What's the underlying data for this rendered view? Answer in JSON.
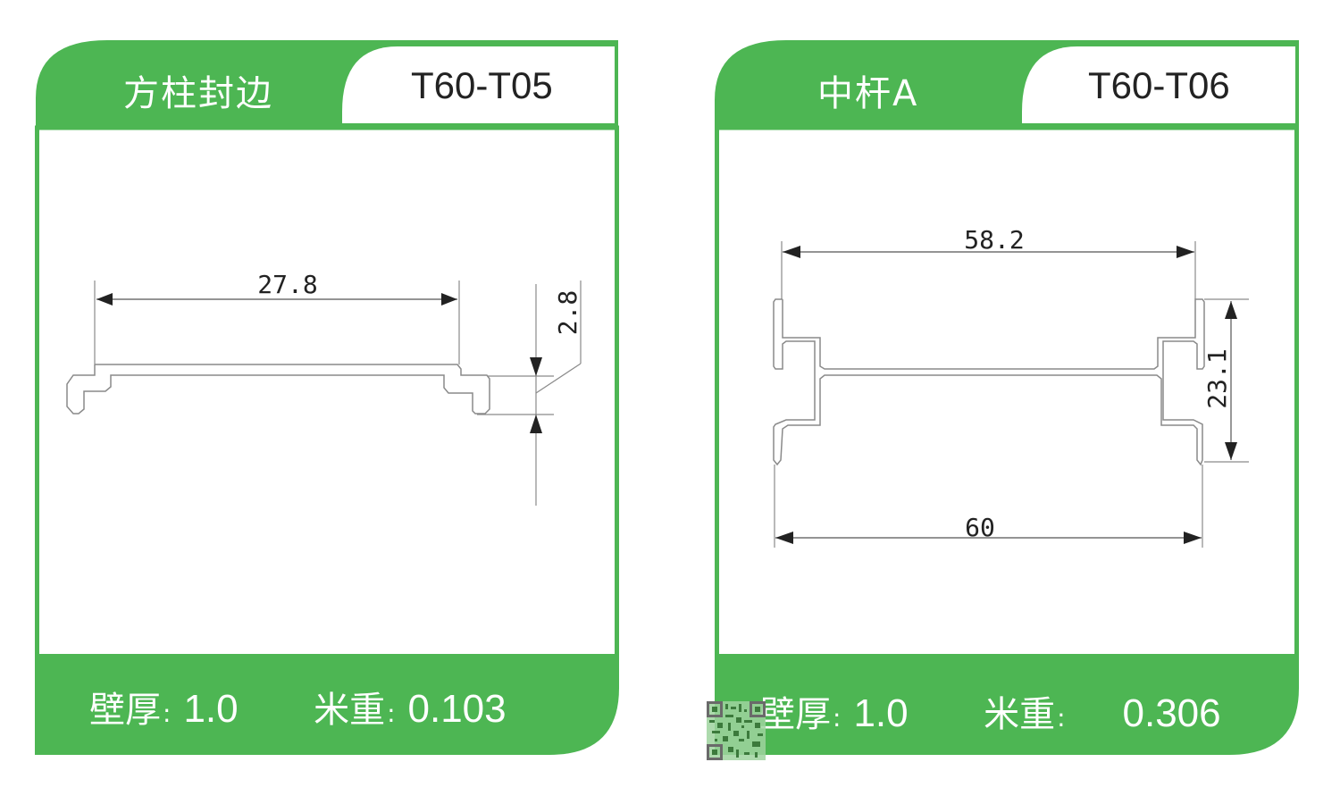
{
  "colors": {
    "brand_green": "#4db653",
    "line_gray": "#8a8a8a",
    "text_dark": "#222222"
  },
  "cards": [
    {
      "name": "方柱封边",
      "code": "T60-T05",
      "dimensions": {
        "width": "27.8",
        "height": "2.8"
      },
      "footer": {
        "wall_label": "壁厚",
        "wall_value": "1.0",
        "weight_label": "米重",
        "weight_value": "0.103",
        "colon": ":"
      }
    },
    {
      "name": "中杆A",
      "code": "T60-T06",
      "dimensions": {
        "inner_width": "58.2",
        "outer_width": "60",
        "height": "23.1"
      },
      "footer": {
        "wall_label": "壁厚",
        "wall_value": "1.0",
        "weight_label": "米重",
        "weight_value": "0.306",
        "colon": ":"
      }
    }
  ],
  "qr_icon": "qr-code-icon"
}
